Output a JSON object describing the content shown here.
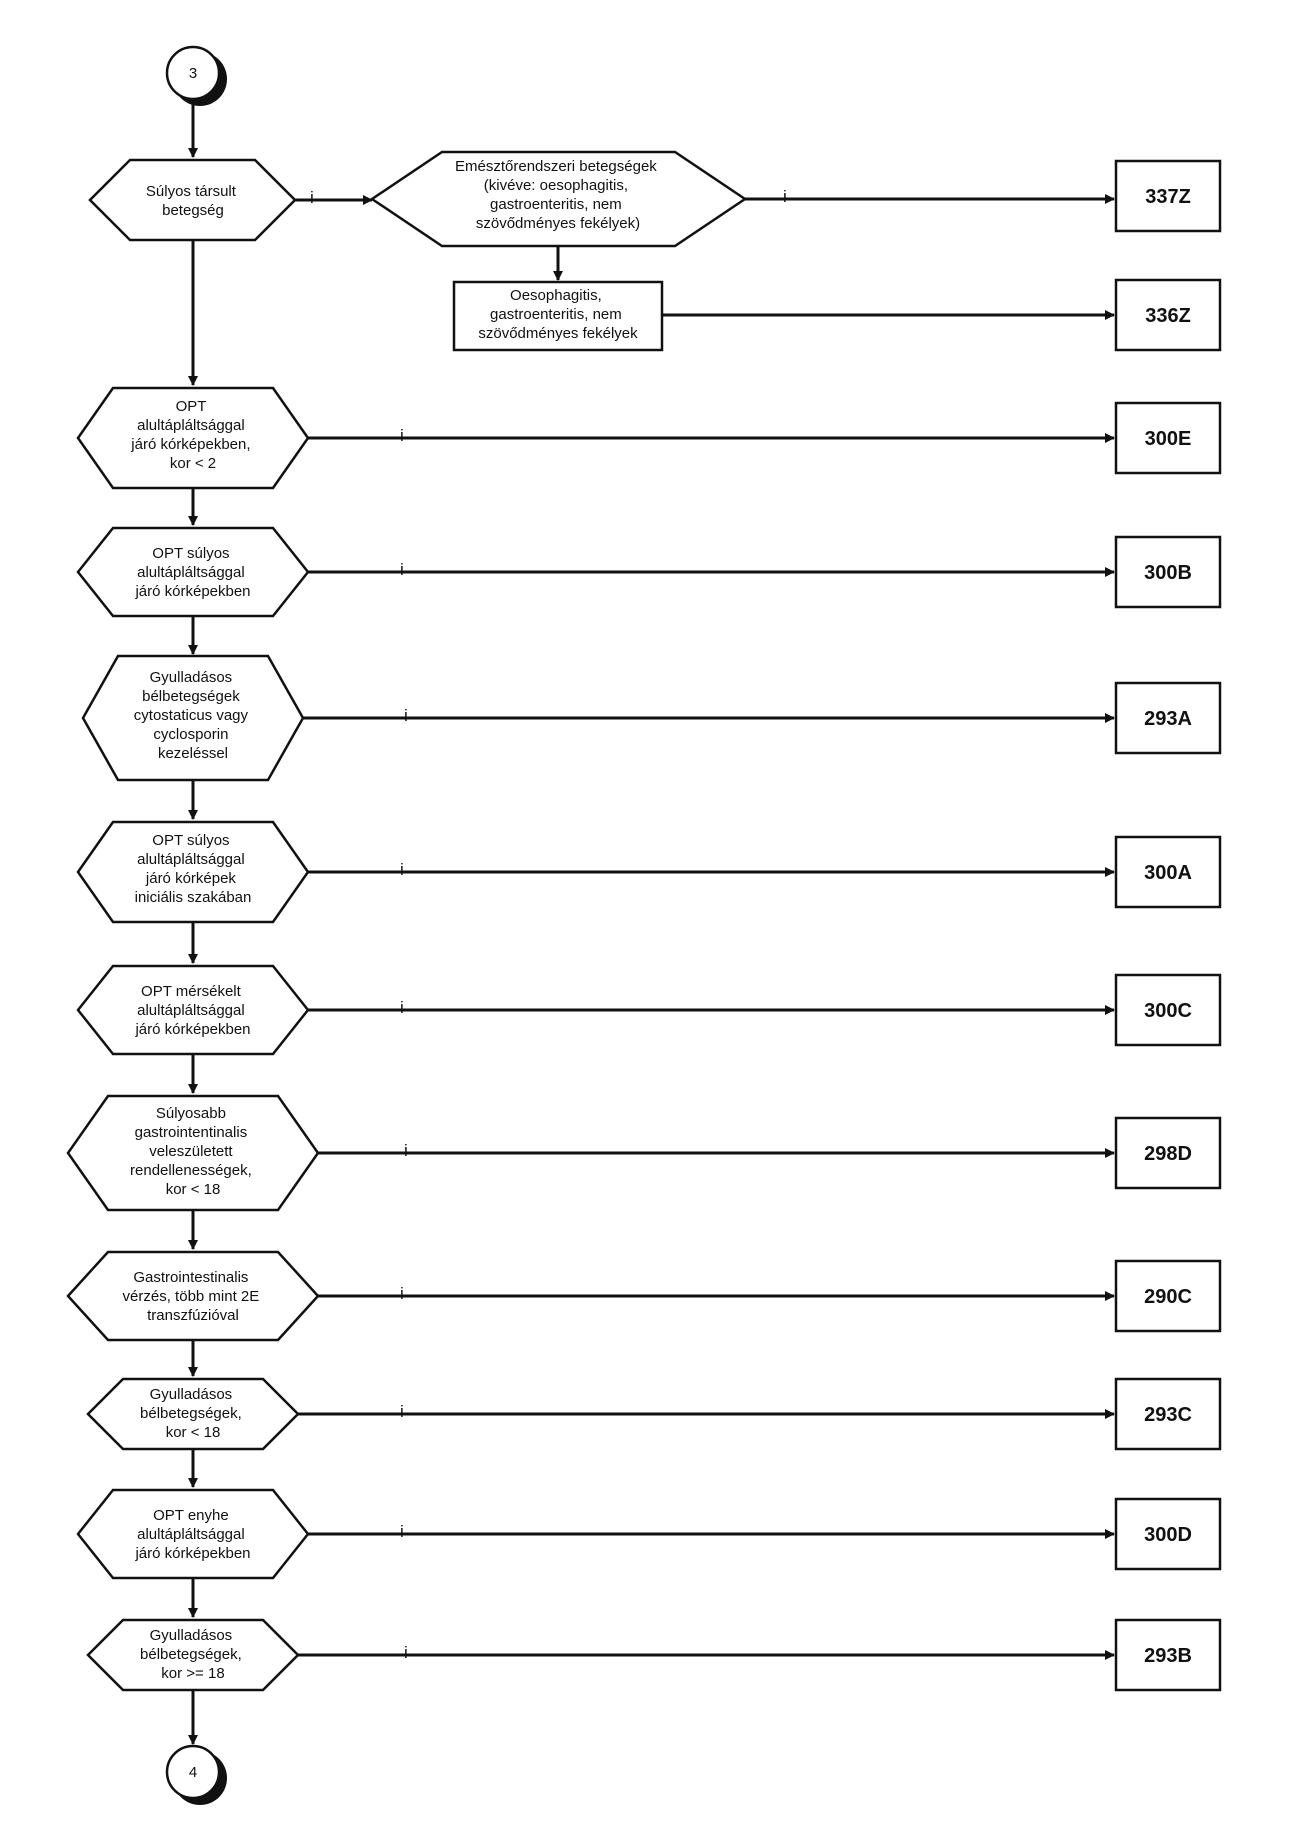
{
  "connectors": {
    "start": "3",
    "end": "4"
  },
  "branch_label": "i",
  "top_block": {
    "decision": [
      "Súlyos társult",
      "betegség"
    ],
    "sub_decision": [
      "Emésztőrendszeri betegségek",
      "(kivéve: oesophagitis,",
      "gastroenteritis, nem",
      "szövődményes fekélyek)"
    ],
    "sub_box": [
      "Oesophagitis,",
      "gastroenteritis, nem",
      "szövődményes fekélyek"
    ],
    "code_a": "337Z",
    "code_b": "336Z"
  },
  "decisions": [
    {
      "lines": [
        "OPT",
        "alultápláltsággal",
        "járó kórképekben,",
        "kor < 2"
      ],
      "code": "300E"
    },
    {
      "lines": [
        "OPT súlyos",
        "alultápláltsággal",
        "járó kórképekben"
      ],
      "code": "300B"
    },
    {
      "lines": [
        "Gyulladásos",
        "bélbetegségek",
        "cytostaticus vagy",
        "cyclosporin",
        "kezeléssel"
      ],
      "code": "293A"
    },
    {
      "lines": [
        "OPT súlyos",
        "alultápláltsággal",
        "járó kórképek",
        "iniciális szakában"
      ],
      "code": "300A"
    },
    {
      "lines": [
        "OPT mérsékelt",
        "alultápláltsággal",
        "járó kórképekben"
      ],
      "code": "300C"
    },
    {
      "lines": [
        "Súlyosabb",
        "gastrointentinalis",
        "veleszületett",
        "rendellenességek,",
        "kor < 18"
      ],
      "code": "298D"
    },
    {
      "lines": [
        "Gastrointestinalis",
        "vérzés, több mint 2E",
        "transzfúzióval"
      ],
      "code": "290C"
    },
    {
      "lines": [
        "Gyulladásos",
        "bélbetegségek,",
        "kor < 18"
      ],
      "code": "293C"
    },
    {
      "lines": [
        "OPT enyhe",
        "alultápláltsággal",
        "járó kórképekben"
      ],
      "code": "300D"
    },
    {
      "lines": [
        "Gyulladásos",
        "bélbetegségek,",
        "kor >= 18"
      ],
      "code": "293B"
    }
  ]
}
